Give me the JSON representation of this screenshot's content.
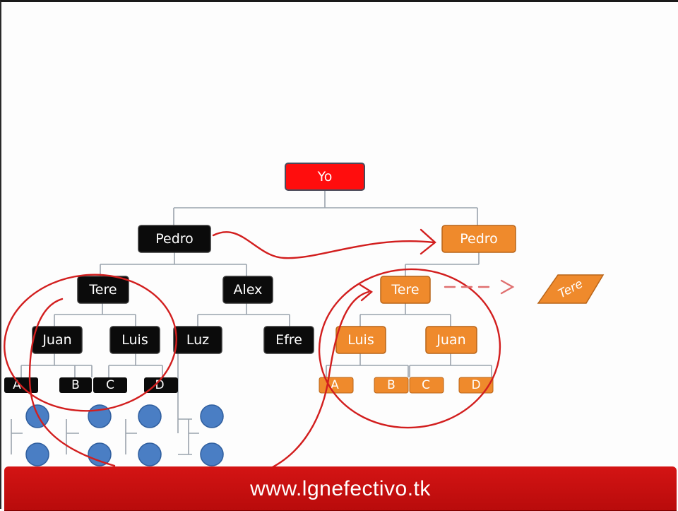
{
  "colors": {
    "root_fill": "#ff0d0d",
    "black_fill": "#0b0b0b",
    "orange_fill": "#ef8a2c",
    "leaf_fill": "#4a7ec4",
    "annotation": "#d21e1e",
    "connector": "#9aa3ad",
    "footer": "#c21010"
  },
  "tree": {
    "root": "Yo",
    "left": {
      "top": "Pedro",
      "child_a": "Tere",
      "child_b": "Alex",
      "grand_a1": "Juan",
      "grand_a2": "Luis",
      "grand_b1": "Luz",
      "grand_b2": "Efre",
      "leaves": [
        "A",
        "B",
        "C",
        "D"
      ]
    },
    "right": {
      "top": "Pedro",
      "child": "Tere",
      "grand_1": "Luis",
      "grand_2": "Juan",
      "leaves": [
        "A",
        "B",
        "C",
        "D"
      ],
      "moved_label": "Tere"
    }
  },
  "footer": {
    "url": "www.lgnefectivo.tk"
  }
}
